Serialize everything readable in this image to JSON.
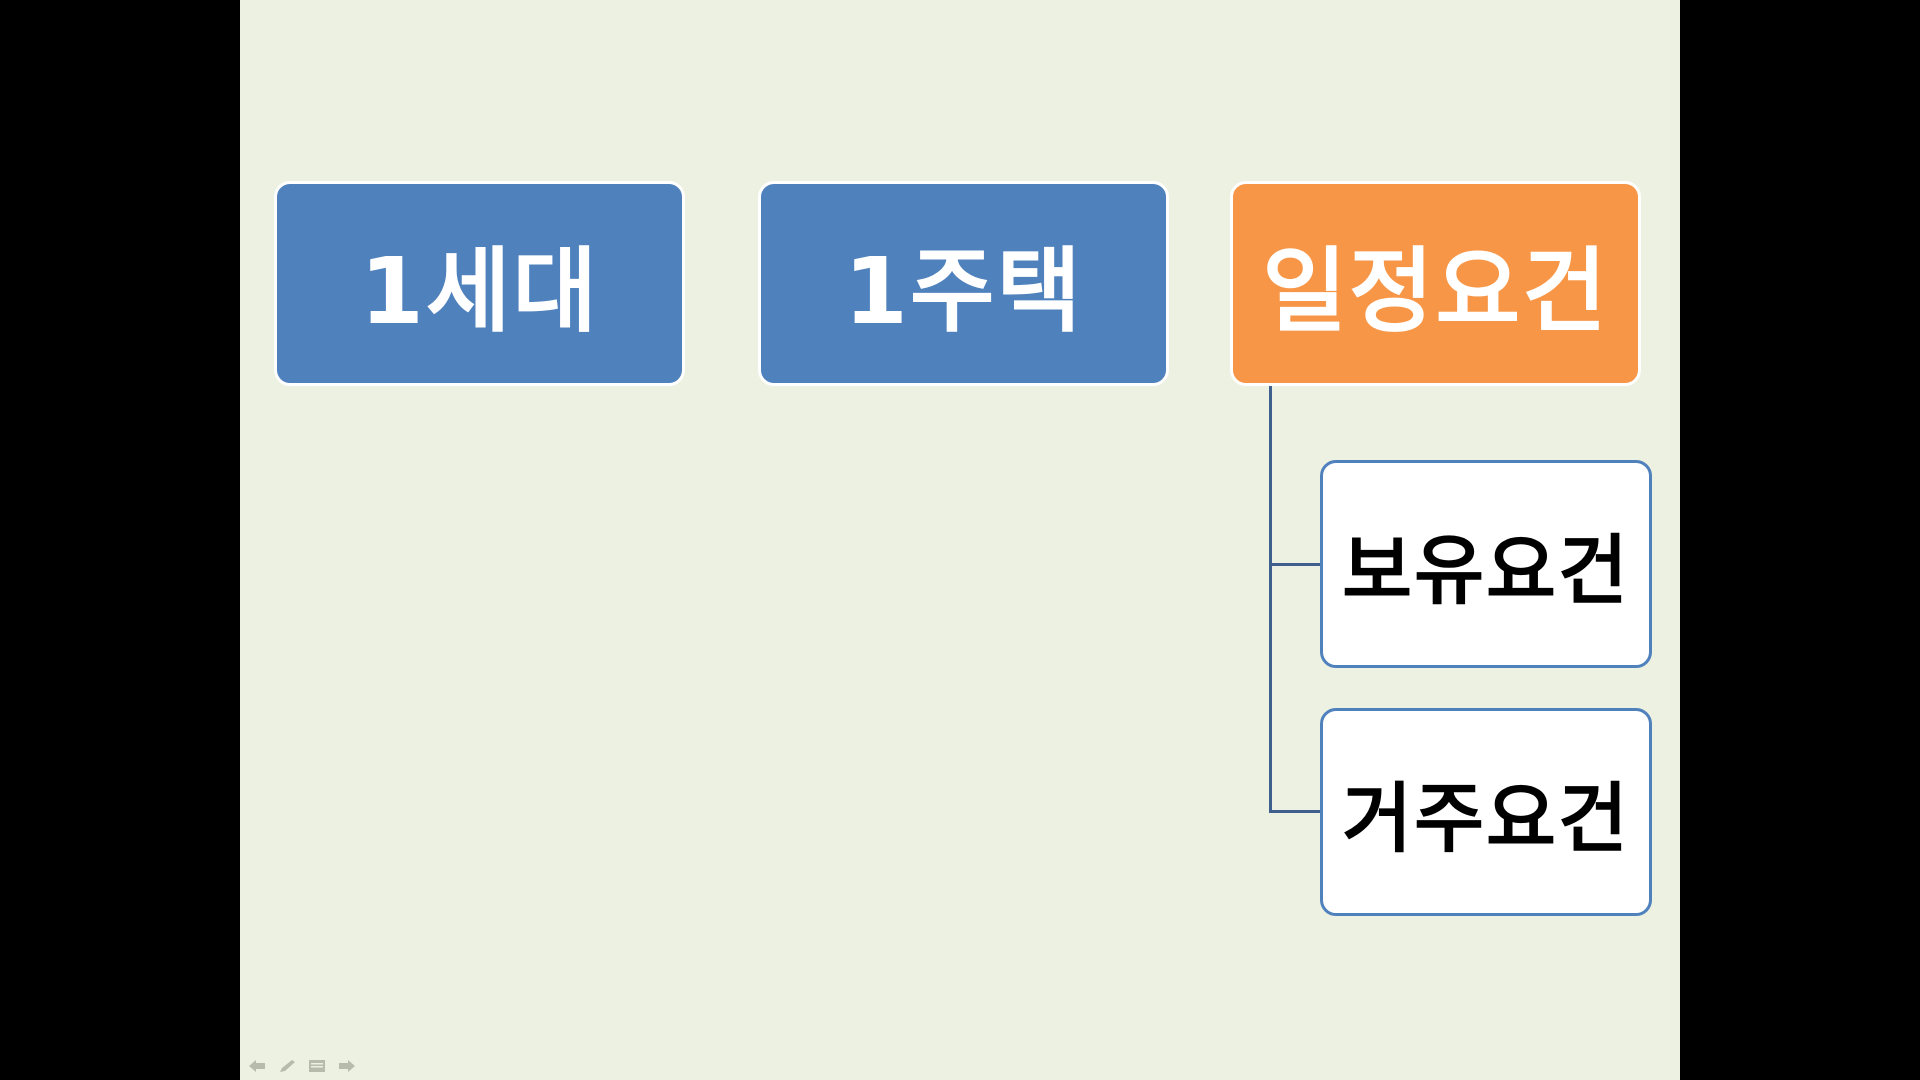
{
  "slide": {
    "boxes": {
      "household": "1세대",
      "house": "1주택",
      "requirements": "일정요건"
    },
    "sub_items": [
      {
        "label": "보유요건"
      },
      {
        "label": "거주요건"
      }
    ]
  },
  "colors": {
    "background": "#edf1e2",
    "blue": "#4f81bd",
    "orange": "#f79646",
    "white": "#ffffff"
  },
  "controls": {
    "icons": [
      "arrow-left-icon",
      "pen-icon",
      "menu-icon",
      "arrow-right-icon"
    ]
  }
}
